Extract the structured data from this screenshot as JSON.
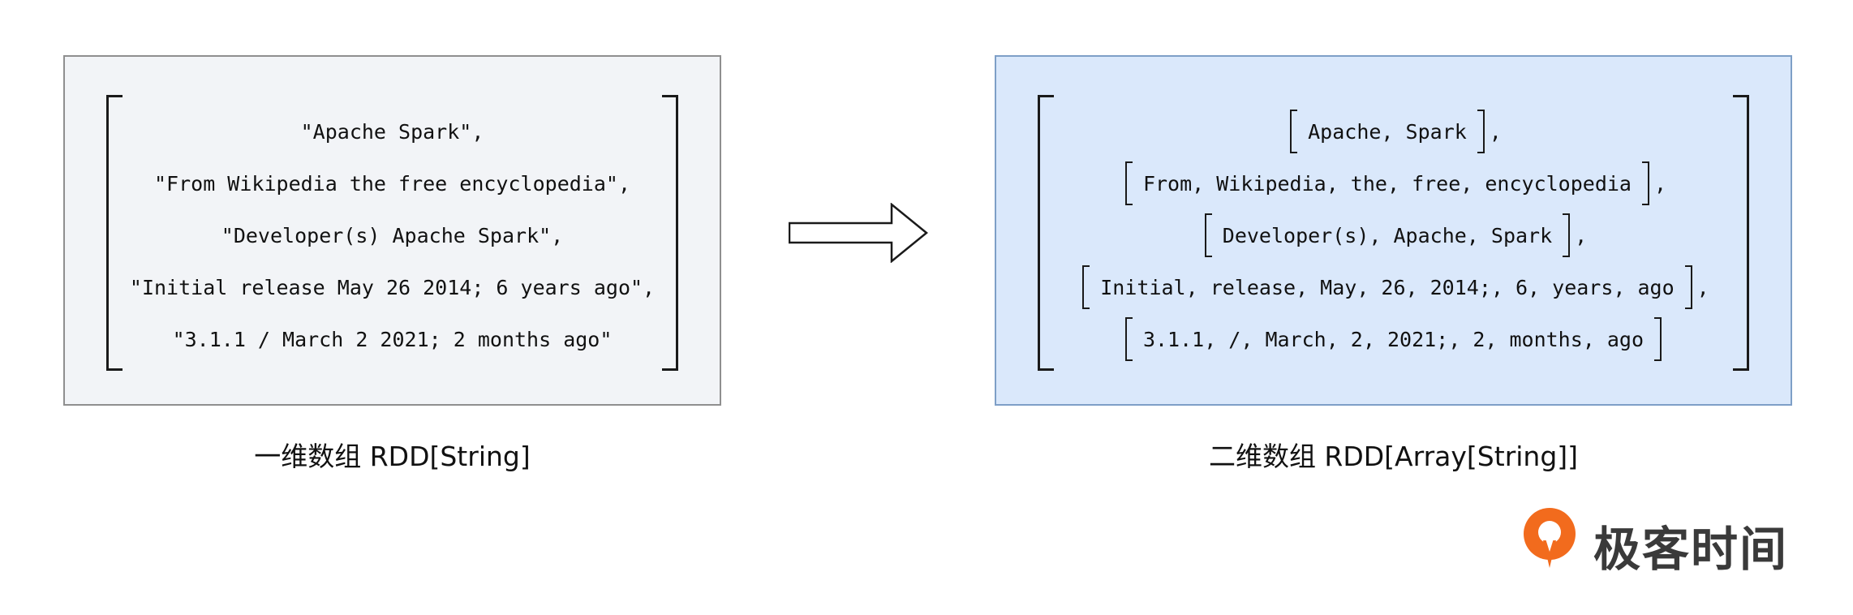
{
  "left_panel": {
    "rows": [
      "\"Apache Spark\",",
      "\"From Wikipedia the free encyclopedia\",",
      "\"Developer(s) Apache Spark\",",
      "\"Initial release May 26 2014; 6 years ago\",",
      "\"3.1.1 / March 2 2021; 2 months ago\""
    ],
    "caption": "一维数组 RDD[String]"
  },
  "right_panel": {
    "rows": [
      {
        "text": "Apache, Spark",
        "suffix": ","
      },
      {
        "text": "From, Wikipedia, the, free, encyclopedia",
        "suffix": ","
      },
      {
        "text": "Developer(s), Apache, Spark",
        "suffix": ","
      },
      {
        "text": "Initial, release, May, 26, 2014;, 6, years, ago",
        "suffix": ","
      },
      {
        "text": "3.1.1, /, March, 2, 2021;, 2, months, ago",
        "suffix": ""
      }
    ],
    "caption": "二维数组 RDD[Array[String]]"
  },
  "logo": {
    "text": "极客时间",
    "color": "#f26b1d",
    "text_color": "#3a3a3a"
  },
  "colors": {
    "left_panel_bg": "#f2f4f7",
    "right_panel_bg": "#dae8fb",
    "right_panel_border": "#7e9fc7"
  }
}
